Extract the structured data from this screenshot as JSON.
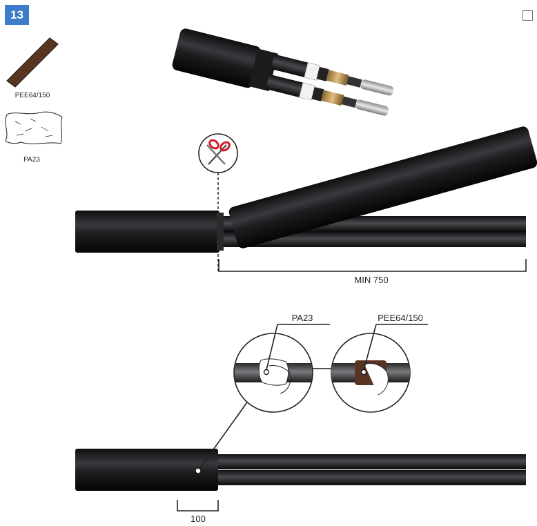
{
  "step": {
    "number": "13"
  },
  "materials": [
    {
      "code": "PEE64/150",
      "icon": "tape-roll-icon"
    },
    {
      "code": "PA23",
      "icon": "cleaning-cloth-icon"
    }
  ],
  "tools": {
    "cut": "scissors-icon"
  },
  "dimensions": {
    "strip_length": "MIN 750",
    "wrap_length": "100"
  },
  "callouts": {
    "cleaning_label": "PA23",
    "taping_label": "PEE64/150"
  },
  "colors": {
    "badge": "#3d7cc9",
    "cable": "#1c1c1e",
    "tape": "#5a3422"
  }
}
